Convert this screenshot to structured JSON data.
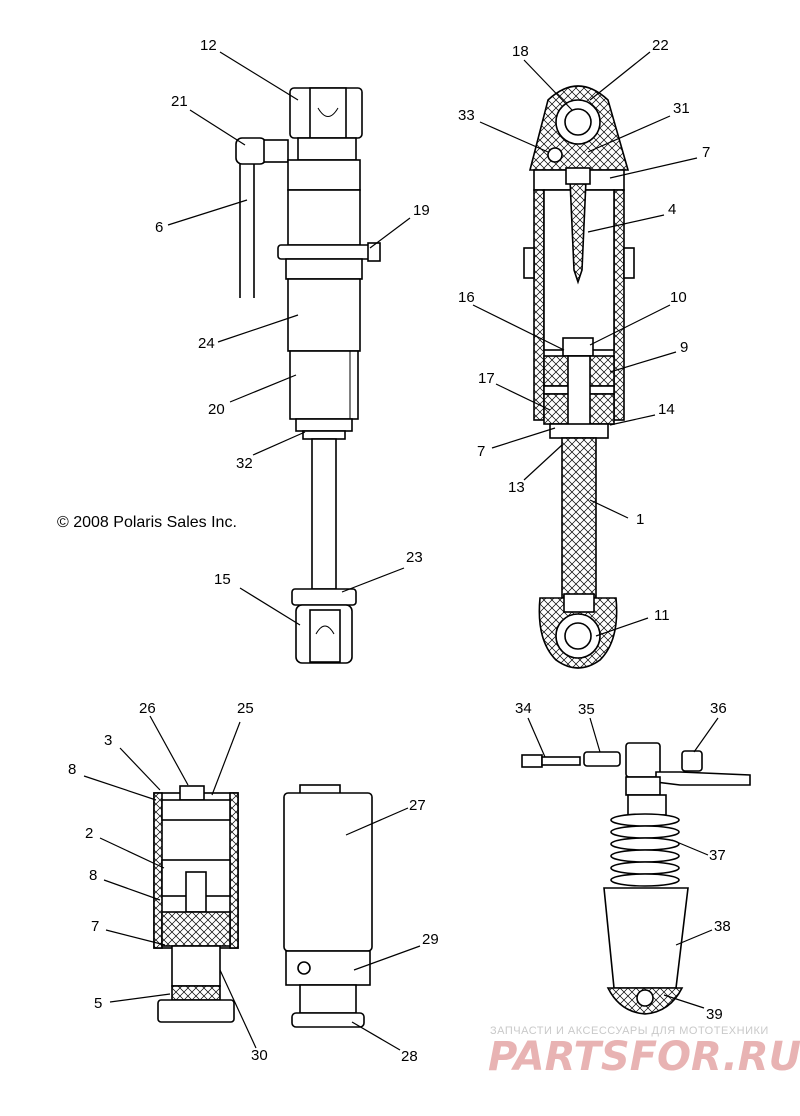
{
  "copyright": "© 2008 Polaris Sales Inc.",
  "watermark": {
    "line1": "ЗАПЧАСТИ И АКСЕССУАРЫ ДЛЯ МОТОТЕХНИКИ",
    "line2": "PARTSFOR.RU"
  },
  "callouts": {
    "c12": "12",
    "c21": "21",
    "c6": "6",
    "c19": "19",
    "c24": "24",
    "c20": "20",
    "c32": "32",
    "c23": "23",
    "c15": "15",
    "c18": "18",
    "c22": "22",
    "c33": "33",
    "c31": "31",
    "c7a": "7",
    "c4": "4",
    "c16": "16",
    "c10": "10",
    "c9": "9",
    "c17": "17",
    "c14": "14",
    "c7b": "7",
    "c13": "13",
    "c1": "1",
    "c11": "11",
    "c26": "26",
    "c25": "25",
    "c3": "3",
    "c8a": "8",
    "c2": "2",
    "c8b": "8",
    "c7c": "7",
    "c5": "5",
    "c30": "30",
    "c27": "27",
    "c29": "29",
    "c28": "28",
    "c34": "34",
    "c35": "35",
    "c36": "36",
    "c37": "37",
    "c38": "38",
    "c39": "39"
  }
}
